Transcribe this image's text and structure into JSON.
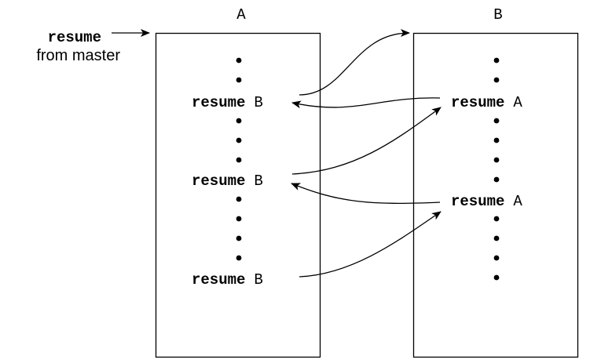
{
  "master": {
    "keyword": "resume",
    "caption": "from master"
  },
  "coroutine_a": {
    "title": "A",
    "statements": [
      {
        "keyword": "resume",
        "target": "B"
      },
      {
        "keyword": "resume",
        "target": "B"
      },
      {
        "keyword": "resume",
        "target": "B"
      }
    ]
  },
  "coroutine_b": {
    "title": "B",
    "statements": [
      {
        "keyword": "resume",
        "target": "A"
      },
      {
        "keyword": "resume",
        "target": "A"
      }
    ]
  },
  "colors": {
    "stroke": "#000000",
    "text": "#000000",
    "background": "#ffffff"
  }
}
